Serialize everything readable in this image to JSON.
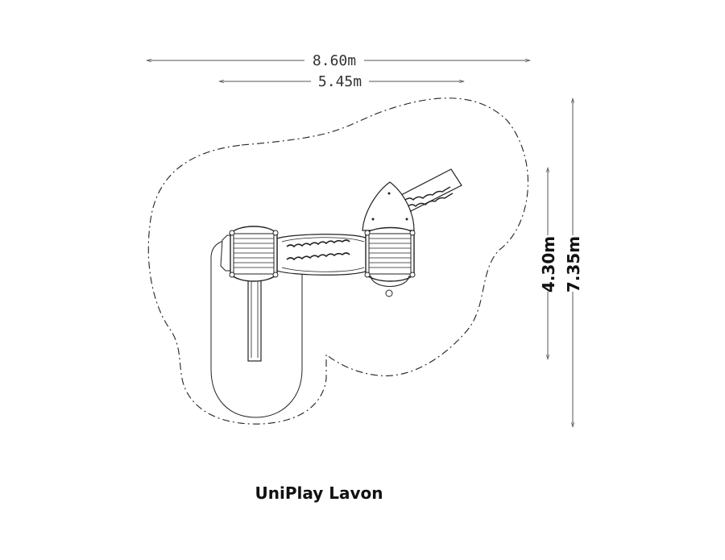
{
  "dimensions": {
    "overall_width": "8.60m",
    "equipment_width": "5.45m",
    "equipment_depth": "4.30m",
    "overall_depth": "7.35m"
  },
  "product_name": "UniPlay Lavon",
  "colors": {
    "line": "#222222",
    "dim_line": "#555555",
    "background": "#ffffff"
  }
}
